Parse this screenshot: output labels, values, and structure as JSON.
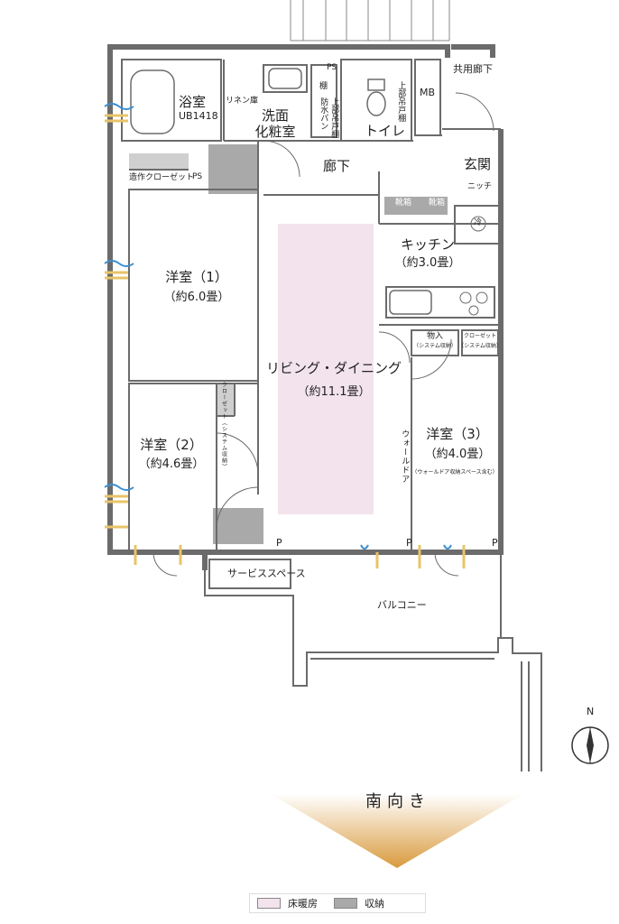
{
  "rooms": {
    "bath": {
      "name": "浴室",
      "sub": "UB1418"
    },
    "linen": "リネン庫",
    "washroom": {
      "line1": "洗面",
      "line2": "化粧室"
    },
    "waterproof_pan": "防水パン",
    "cabinet_label": "棚",
    "upper_cabinet": "上部吊戸棚",
    "toilet": "トイレ",
    "toilet_upper_cabinet": "上部吊戸棚",
    "mb": "MB",
    "common_corridor": "共用廊下",
    "ps_top": "PS",
    "ps_mid": "PS",
    "built_in_closet": "造作クローゼット",
    "corridor": "廊下",
    "entrance": "玄関",
    "niche": "ニッチ",
    "shoe_box_1": "靴箱",
    "shoe_box_2": "靴箱",
    "kitchen": {
      "name": "キッチン",
      "area": "（約3.0畳）"
    },
    "fridge": "冷",
    "western1": {
      "name": "洋室（1）",
      "area": "（約6.0畳）"
    },
    "ldk": {
      "name": "リビング・ダイニング",
      "area": "（約11.1畳）"
    },
    "storage": {
      "line1": "物入",
      "line2": "（システム収納）"
    },
    "closet_sys": {
      "line1": "クローゼット",
      "line2": "（システム収納）"
    },
    "closet2": "クローゼット（システム収納）",
    "western2": {
      "name": "洋室（2）",
      "area": "（約4.6畳）"
    },
    "western3": {
      "name": "洋室（3）",
      "area": "（約4.0畳）",
      "note": "（ウォールドア収納スペース含む）"
    },
    "wall_door": "ウォールドア",
    "service_space": "サービススペース",
    "balcony": "バルコニー",
    "p1": "P",
    "p2": "P",
    "p3": "P"
  },
  "compass": {
    "north": "N"
  },
  "orientation": "南向き",
  "legend": {
    "floor_heating": "床暖房",
    "storage": "収納"
  },
  "colors": {
    "wall": "#6b6b6b",
    "storage_fill": "#a9a9a9",
    "floor_heating": "#f3e3ec",
    "arrow_top": "#ffffff",
    "arrow_bottom": "#d99a3d",
    "vent_blue": "#3b8fd1",
    "vent_yellow": "#e8c468"
  }
}
